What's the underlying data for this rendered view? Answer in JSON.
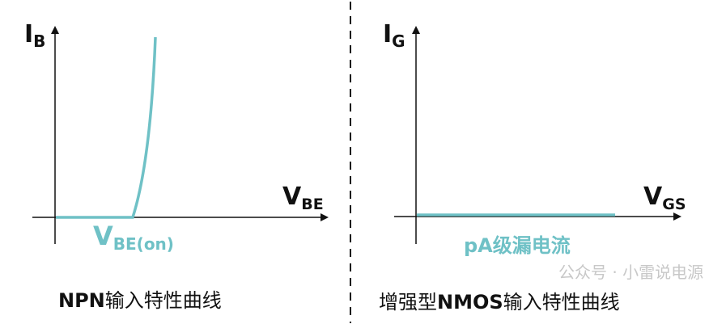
{
  "left_chart": {
    "y_label": "I",
    "y_sub": "B",
    "x_label": "V",
    "x_sub": "BE",
    "annotation": "V",
    "annotation_sub": "BE(on)",
    "caption_bold": "NPN",
    "caption": "输入特性曲线"
  },
  "right_chart": {
    "y_label": "I",
    "y_sub": "G",
    "x_label": "V",
    "x_sub": "GS",
    "annotation": "pA级漏电流",
    "caption_pre": "增强型",
    "caption_bold": "NMOS",
    "caption": "输入特性曲线"
  },
  "watermark": "公众号 · 小雷说电源",
  "colors": {
    "curve": "#6fc1c6",
    "axis": "#111111"
  }
}
